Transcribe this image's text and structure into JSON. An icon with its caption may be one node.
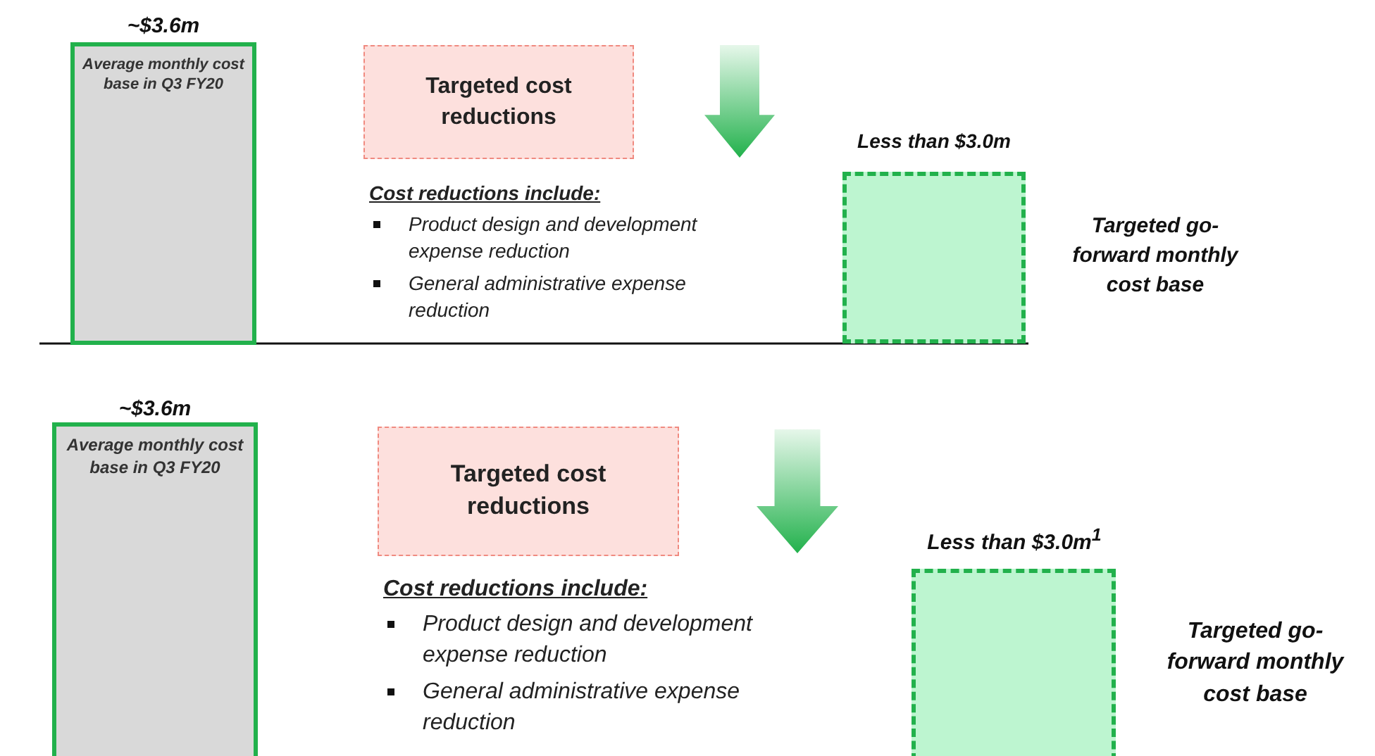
{
  "diagram": {
    "nodes": [
      {
        "text": [
          "Average monthly cost base in Q3 FY20"
        ],
        "beside": [
          "~$3.6m"
        ]
      },
      {
        "text": [
          "Targeted cost reductions"
        ]
      },
      {
        "text": [],
        "shape": "box",
        "beside": [
          "Less than $3.0m",
          "Targeted go-forward monthly cost base"
        ]
      },
      {
        "text": [
          "Average monthly cost base in Q3 FY20"
        ],
        "beside": [
          "~$3.6m"
        ]
      },
      {
        "text": [
          "Targeted cost reductions"
        ]
      },
      {
        "text": [],
        "shape": "box",
        "beside": [
          "Less than $3.0m$^{1}$",
          "Targeted go-forward monthly cost base"
        ]
      }
    ],
    "labels": [
      "Cost reductions include:",
      "Product design and development expense reduction",
      "General administrative expense reduction",
      "Cost reductions include:",
      "Product design and development expense reduction",
      "General administrative expense reduction"
    ]
  }
}
